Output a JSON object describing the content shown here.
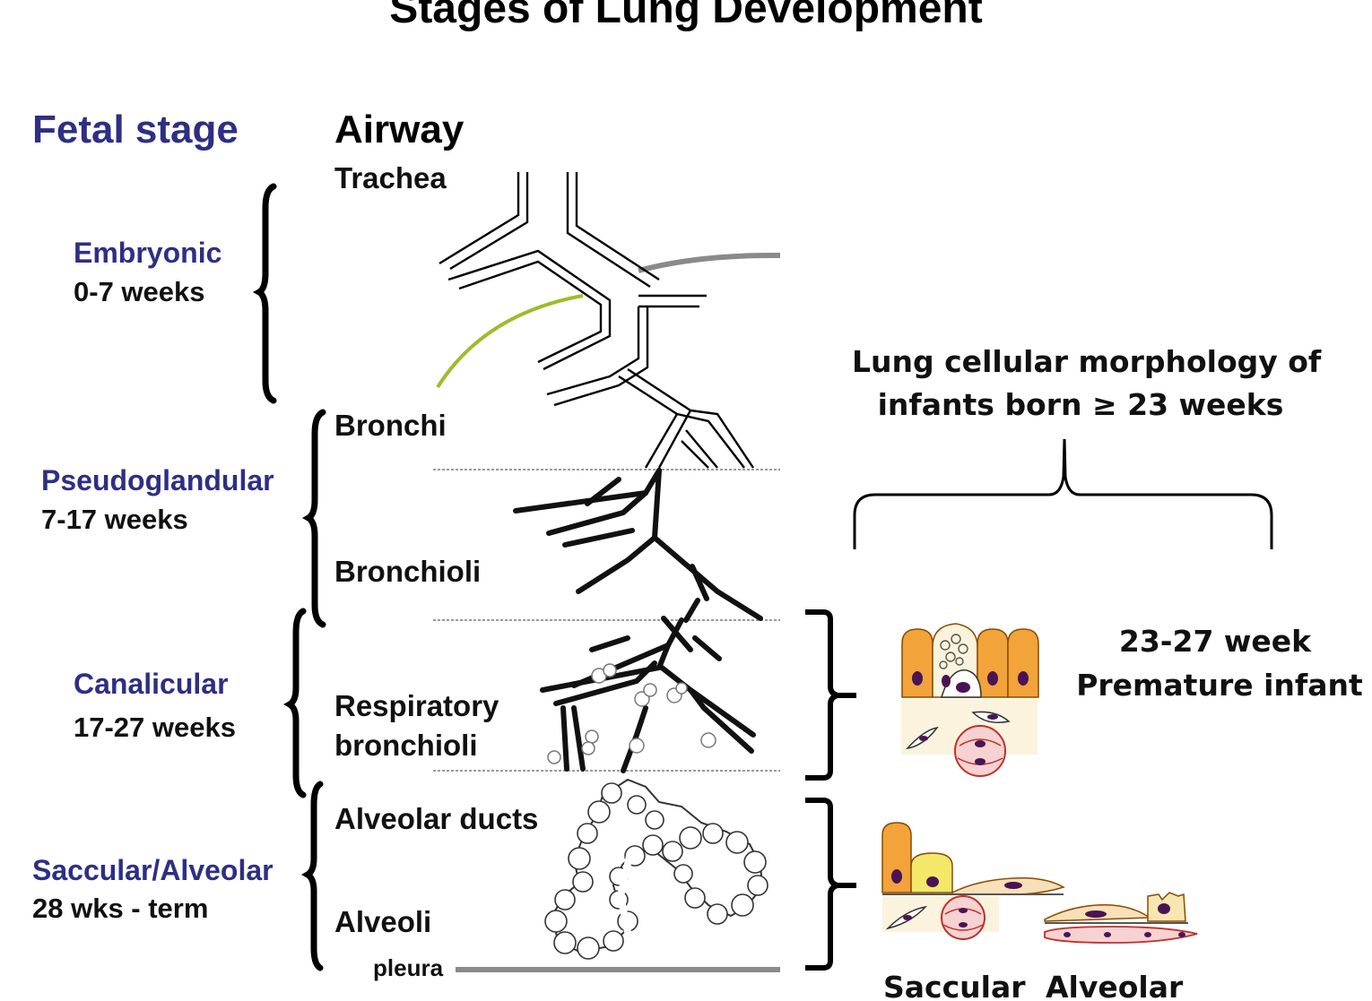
{
  "title": "Stages of Lung Development",
  "headers": {
    "fetal_stage": "Fetal stage",
    "airway": "Airway"
  },
  "colors": {
    "stage_blue": "#2e2f83",
    "green_line": "#9ebc2a",
    "gray_line": "#8a8a8a",
    "cell_orange": "#f2a33a",
    "cell_yellow": "#f4e86a",
    "cell_red": "#e34b4b",
    "nucleus": "#4a1454"
  },
  "stages": [
    {
      "name": "Embryonic",
      "weeks": "0-7 weeks"
    },
    {
      "name": "Pseudoglandular",
      "weeks": "7-17 weeks"
    },
    {
      "name": "Canalicular",
      "weeks": "17-27 weeks"
    },
    {
      "name": "Saccular/Alveolar",
      "weeks": "28 wks - term"
    }
  ],
  "airway_labels": {
    "trachea": "Trachea",
    "bronchi": "Bronchi",
    "bronchioli": "Bronchioli",
    "respiratory_line1": "Respiratory",
    "respiratory_line2": "bronchioli",
    "alveolar_ducts": "Alveolar ducts",
    "alveoli": "Alveoli",
    "pleura": "pleura"
  },
  "morphology": {
    "heading_line1": "Lung cellular morphology  of",
    "heading_line2": "infants born ≥ 23 weeks",
    "premature_line1": "23-27 week",
    "premature_line2": "Premature  infant",
    "saccular": "Saccular",
    "alveolar": "Alveolar"
  }
}
